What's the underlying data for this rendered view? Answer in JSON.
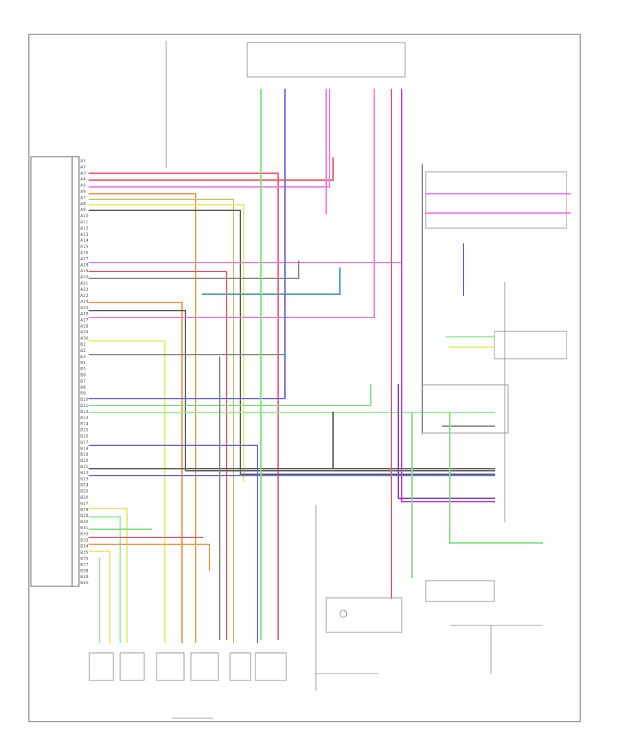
{
  "ecm_pins": [
    "A1",
    "A2",
    "A3",
    "A4",
    "A5",
    "A6",
    "A7",
    "A8",
    "A9",
    "A10",
    "A11",
    "A12",
    "A13",
    "A14",
    "A15",
    "A16",
    "A17",
    "A18",
    "A19",
    "A20",
    "A21",
    "A22",
    "A23",
    "A24",
    "A25",
    "A26",
    "A27",
    "A28",
    "A29",
    "A30",
    "B1",
    "B2",
    "B3",
    "B4",
    "B5",
    "B6",
    "B7",
    "B8",
    "B9",
    "B10",
    "B11",
    "B12",
    "B13",
    "B14",
    "B15",
    "B16",
    "B17",
    "B18",
    "B19",
    "B20",
    "B21",
    "B22",
    "B23",
    "B24",
    "B25",
    "B26",
    "B27",
    "B28",
    "B29",
    "B30",
    "B31",
    "B32",
    "B33",
    "B34",
    "B35",
    "B36",
    "B37",
    "B38",
    "B39",
    "B40"
  ],
  "wire_colors": {
    "red": "#f05a6e",
    "pink": "#f07ae8",
    "magenta": "#c040d8",
    "green": "#7ee07e",
    "lightgreen": "#9af09a",
    "yellow": "#eaea70",
    "olive": "#c8c86a",
    "orange": "#f59a4a",
    "blue": "#6a6ae8",
    "teal": "#4aa0b0",
    "gray": "#8a8a8a",
    "dark": "#606060",
    "purple": "#8a40c0"
  }
}
